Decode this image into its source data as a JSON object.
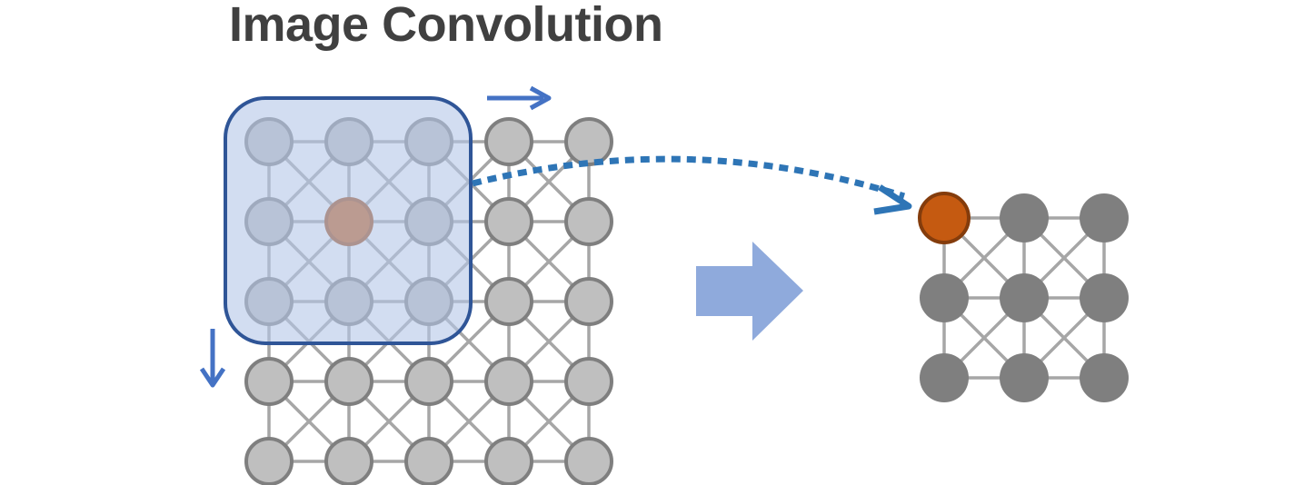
{
  "title": "Image Convolution",
  "input_grid": {
    "rows": 5,
    "cols": 5
  },
  "kernel": {
    "rows": 3,
    "cols": 3,
    "center": [
      1,
      1
    ]
  },
  "output_grid": {
    "rows": 3,
    "cols": 3,
    "highlighted": [
      0,
      0
    ]
  },
  "colors": {
    "input_node_fill": "#bfbfbf",
    "input_node_stroke": "#7f7f7f",
    "kernel_overlay_fill": "#b4c7e7",
    "kernel_overlay_stroke": "#2f5597",
    "center_node_fill": "#c55a11",
    "output_node_fill": "#7f7f7f",
    "output_highlight_fill": "#c55a11",
    "output_highlight_stroke": "#843c0c",
    "edge": "#a6a6a6",
    "slide_arrow": "#4472c4",
    "big_arrow": "#8faadc",
    "mapping_arrow": "#2e75b6"
  },
  "icons": [
    "right-slide-arrow",
    "down-slide-arrow",
    "transform-arrow",
    "mapping-arrow"
  ]
}
